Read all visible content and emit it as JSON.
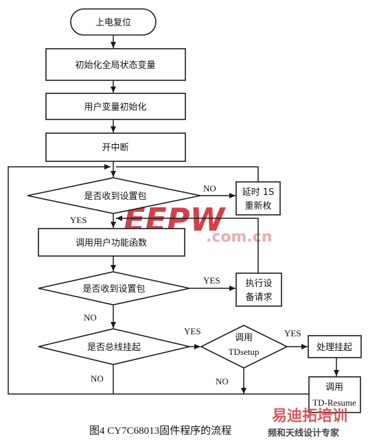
{
  "nodes": {
    "power_reset": "上电复位",
    "init_global": "初始化全局状态变量",
    "init_user": "用户变量初始化",
    "enable_int": "开中断",
    "check_setup_1": "是否收到设置包",
    "delay_line1": "延时 1S",
    "delay_line2": "重新枚",
    "call_user_func": "调用用户功能函数",
    "check_setup_2": "是否收到设置包",
    "exec_line1": "执行设",
    "exec_line2": "备请求",
    "check_suspend": "是否总线挂起",
    "call_td_line1": "调用",
    "call_td_line2": "TDsetup",
    "handle_suspend": "处理挂起",
    "call_resume_line1": "调用",
    "call_resume_line2": "TD-Resume"
  },
  "labels": {
    "no": "NO",
    "yes": "YES"
  },
  "caption": "图4  CY7C68013固件程序的流程",
  "watermarks": {
    "main": "EEPW",
    "dotcom": ".com.cn",
    "bottom_brand": "易迪拓培训",
    "bottom_tagline": "频和天线设计专家"
  },
  "colors": {
    "watermark_red": "#c9202a",
    "watermark_light": "#f2c7c9",
    "line": "#1a1a1a"
  }
}
